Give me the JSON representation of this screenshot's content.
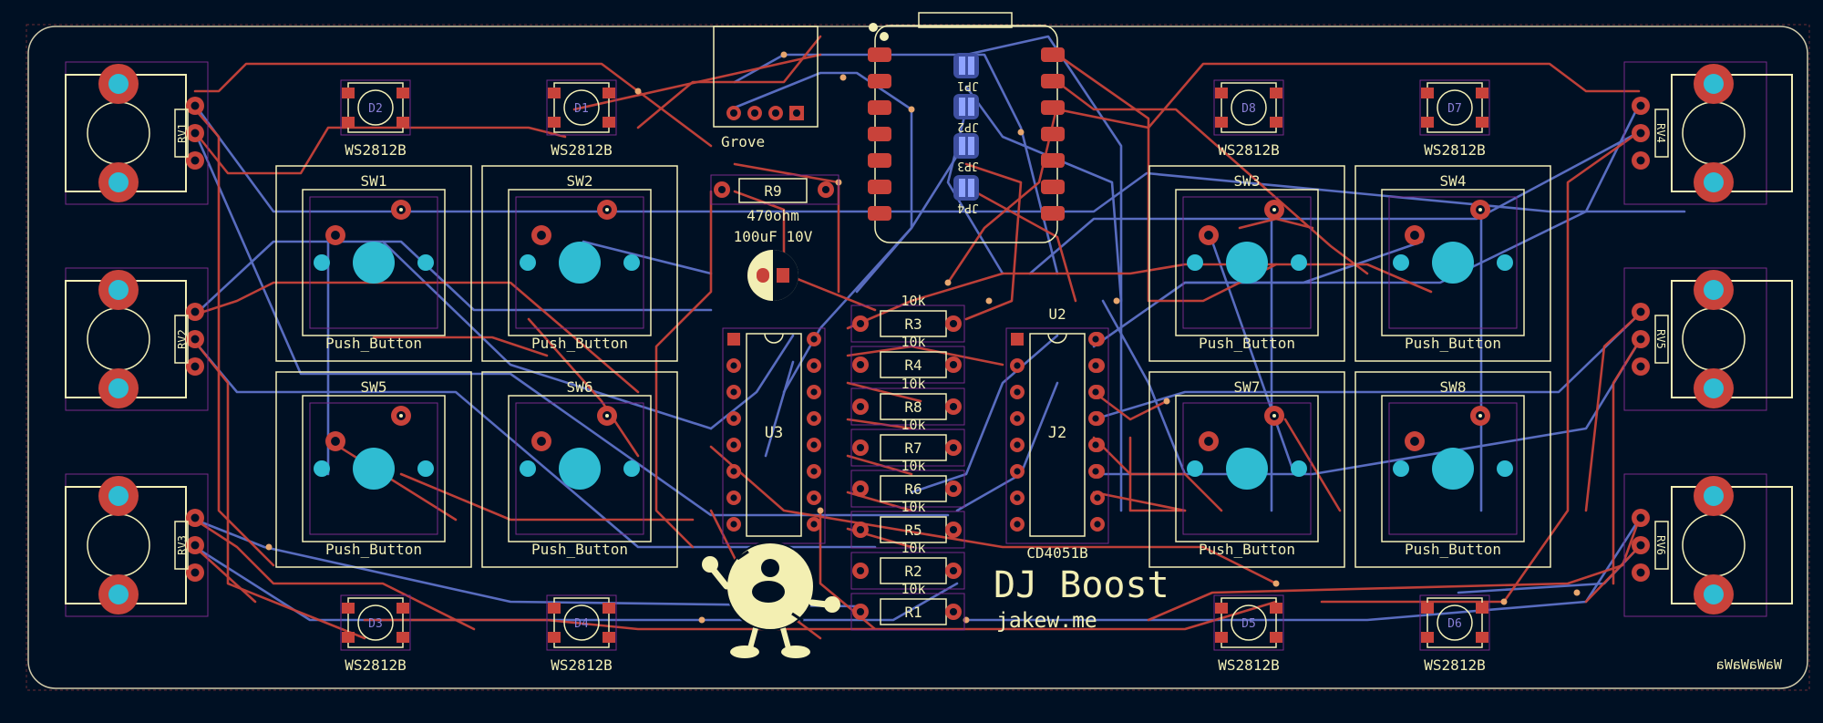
{
  "colors": {
    "background": "#001023",
    "copper_front": "#c8423a",
    "copper_back": "#5d71c8",
    "pad": "#c8423a",
    "hole": "#2fbcd2",
    "silkscreen": "#f2eeb4",
    "courtyard": "#7a2a8a",
    "edge_cuts": "#d0c9a8"
  },
  "board": {
    "title": "DJ Boost",
    "subtitle": "jakew.me",
    "mirrored_text": "WaWaWaWa"
  },
  "buttons": [
    {
      "ref": "SW1",
      "value": "Push_Button",
      "icon": "push-button-icon"
    },
    {
      "ref": "SW2",
      "value": "Push_Button",
      "icon": "push-button-icon"
    },
    {
      "ref": "SW3",
      "value": "Push_Button",
      "icon": "push-button-icon"
    },
    {
      "ref": "SW4",
      "value": "Push_Button",
      "icon": "push-button-icon"
    },
    {
      "ref": "SW5",
      "value": "Push_Button",
      "icon": "push-button-icon"
    },
    {
      "ref": "SW6",
      "value": "Push_Button",
      "icon": "push-button-icon"
    },
    {
      "ref": "SW7",
      "value": "Push_Button",
      "icon": "push-button-icon"
    },
    {
      "ref": "SW8",
      "value": "Push_Button",
      "icon": "push-button-icon"
    }
  ],
  "leds": [
    {
      "ref": "D1",
      "value": "WS2812B"
    },
    {
      "ref": "D2",
      "value": "WS2812B"
    },
    {
      "ref": "D3",
      "value": "WS2812B"
    },
    {
      "ref": "D4",
      "value": "WS2812B"
    },
    {
      "ref": "D5",
      "value": "WS2812B"
    },
    {
      "ref": "D6",
      "value": "WS2812B"
    },
    {
      "ref": "D7",
      "value": "WS2812B"
    },
    {
      "ref": "D8",
      "value": "WS2812B"
    }
  ],
  "pots": [
    "RV1",
    "RV2",
    "RV3",
    "RV4",
    "RV5",
    "RV6"
  ],
  "resistors": [
    {
      "ref": "R9",
      "value": "470ohm"
    },
    {
      "ref": "R3",
      "value": "10k"
    },
    {
      "ref": "R4",
      "value": "10k"
    },
    {
      "ref": "R8",
      "value": "10k"
    },
    {
      "ref": "R7",
      "value": "10k"
    },
    {
      "ref": "R6",
      "value": "10k"
    },
    {
      "ref": "R5",
      "value": "10k"
    },
    {
      "ref": "R2",
      "value": "10k"
    },
    {
      "ref": "R1",
      "value": "10k"
    }
  ],
  "capacitor": {
    "value": "100uF 10V"
  },
  "chips": {
    "u3": "U3",
    "u2": "U2",
    "j2": "J2",
    "j2_value": "CD4051B"
  },
  "grove": "Grove",
  "jumpers": [
    "JP1",
    "JP2",
    "JP3",
    "JP4"
  ]
}
